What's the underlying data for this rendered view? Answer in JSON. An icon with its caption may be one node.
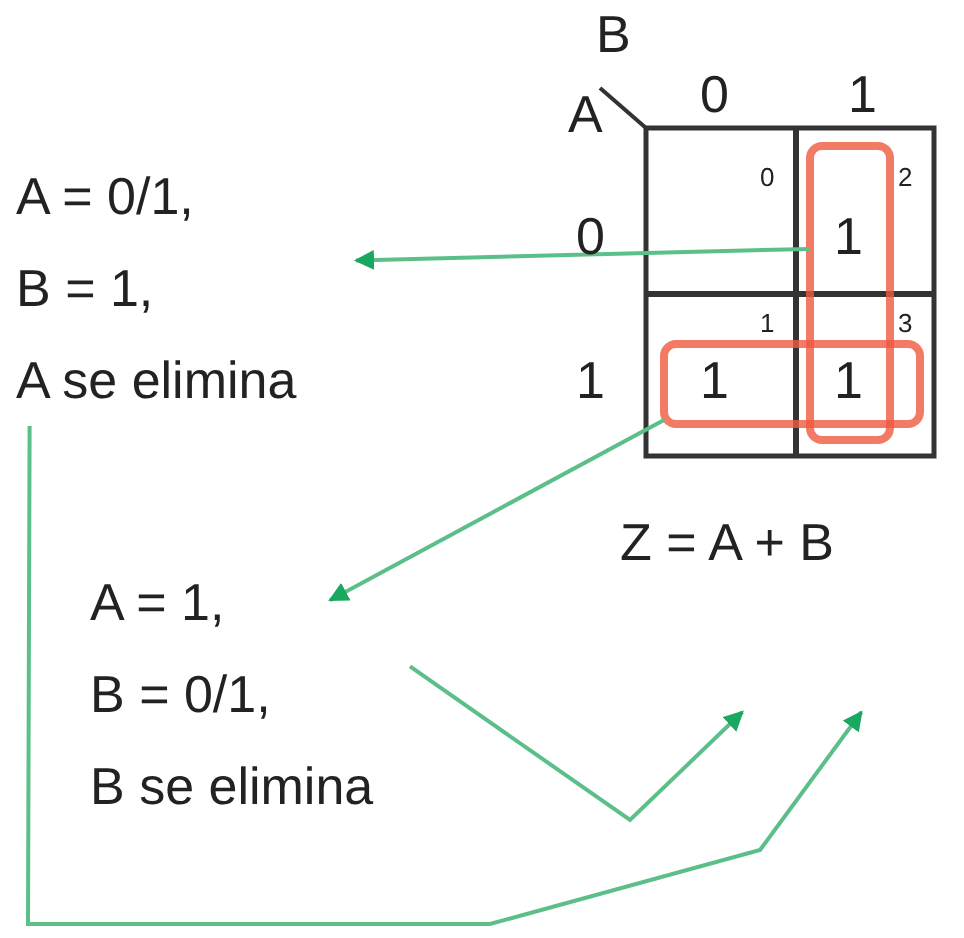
{
  "diagram": {
    "nodes": [
      {
        "text": [
          "A = 0/1,",
          "B = 1,",
          "A se elimina"
        ]
      },
      {
        "text": [
          "A = 1,",
          "B = 0/1,",
          "B se elimina"
        ]
      },
      {
        "text": [],
        "shape": "box"
      },
      {
        "text": [],
        "shape": "box"
      },
      {
        "text": [
          "Z = A + B"
        ]
      }
    ],
    "edges": [
      {
        "from": 2,
        "to": 0,
        "arrow": "to"
      },
      {
        "from": 3,
        "to": 1,
        "arrow": "to"
      },
      {
        "from": 1,
        "to": 4,
        "arrow": "to"
      },
      {
        "from": 0,
        "to": 4,
        "arrow": "to"
      }
    ],
    "labels": [
      "B",
      "A",
      "0",
      "1",
      "0",
      "2",
      "0",
      "1",
      "1",
      "3",
      "1",
      "1",
      "1"
    ]
  }
}
